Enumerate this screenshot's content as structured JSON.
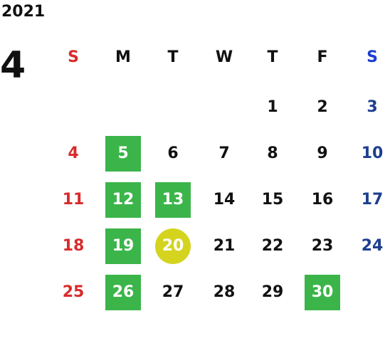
{
  "calendar": {
    "year": "2021",
    "month": "4",
    "weekdays": [
      "S",
      "M",
      "T",
      "W",
      "T",
      "F",
      "S"
    ],
    "weekday_colors": [
      "#d92b2b",
      "#111111",
      "#111111",
      "#111111",
      "#111111",
      "#111111",
      "#1a3ed1"
    ],
    "colors": {
      "sunday": "#d92b2b",
      "saturday": "#1d3f8f",
      "weekday": "#111111",
      "highlight_bg": "#3bb54a",
      "today_bg": "#d4d41e"
    },
    "first_weekday_index": 4,
    "days_in_month": 30,
    "highlighted_days": [
      5,
      12,
      13,
      19,
      26,
      30
    ],
    "today": 20
  }
}
